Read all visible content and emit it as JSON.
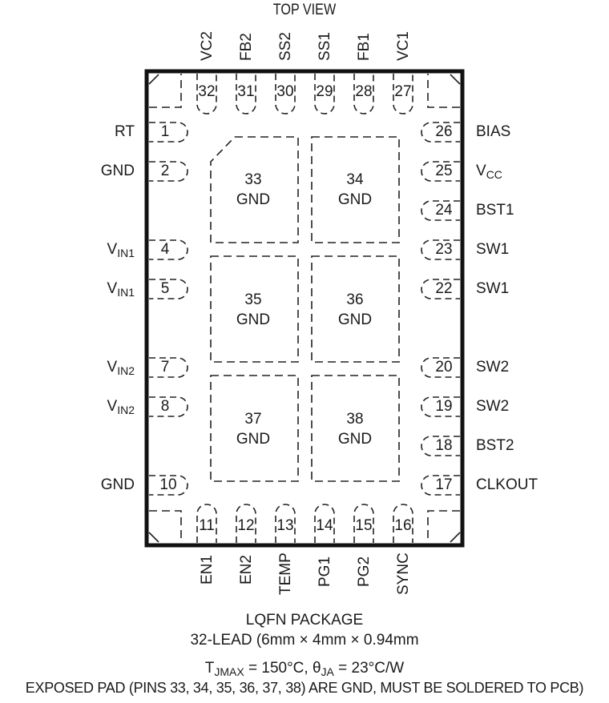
{
  "header": {
    "title": "TOP VIEW"
  },
  "pins": {
    "top": [
      {
        "num": "32",
        "name": "VC2"
      },
      {
        "num": "31",
        "name": "FB2"
      },
      {
        "num": "30",
        "name": "SS2"
      },
      {
        "num": "29",
        "name": "SS1"
      },
      {
        "num": "28",
        "name": "FB1"
      },
      {
        "num": "27",
        "name": "VC1"
      }
    ],
    "left": [
      {
        "num": "1",
        "name": "RT",
        "sub": ""
      },
      {
        "num": "2",
        "name": "GND",
        "sub": ""
      },
      {
        "num": "4",
        "name": "V",
        "sub": "IN1"
      },
      {
        "num": "5",
        "name": "V",
        "sub": "IN1"
      },
      {
        "num": "7",
        "name": "V",
        "sub": "IN2"
      },
      {
        "num": "8",
        "name": "V",
        "sub": "IN2"
      },
      {
        "num": "10",
        "name": "GND",
        "sub": ""
      }
    ],
    "right": [
      {
        "num": "26",
        "name": "BIAS",
        "sub": ""
      },
      {
        "num": "25",
        "name": "V",
        "sub": "CC"
      },
      {
        "num": "24",
        "name": "BST1",
        "sub": ""
      },
      {
        "num": "23",
        "name": "SW1",
        "sub": ""
      },
      {
        "num": "22",
        "name": "SW1",
        "sub": ""
      },
      {
        "num": "20",
        "name": "SW2",
        "sub": ""
      },
      {
        "num": "19",
        "name": "SW2",
        "sub": ""
      },
      {
        "num": "18",
        "name": "BST2",
        "sub": ""
      },
      {
        "num": "17",
        "name": "CLKOUT",
        "sub": ""
      }
    ],
    "bottom": [
      {
        "num": "11",
        "name": "EN1"
      },
      {
        "num": "12",
        "name": "EN2"
      },
      {
        "num": "13",
        "name": "TEMP"
      },
      {
        "num": "14",
        "name": "PG1"
      },
      {
        "num": "15",
        "name": "PG2"
      },
      {
        "num": "16",
        "name": "SYNC"
      }
    ]
  },
  "pads": [
    {
      "num": "33",
      "name": "GND"
    },
    {
      "num": "34",
      "name": "GND"
    },
    {
      "num": "35",
      "name": "GND"
    },
    {
      "num": "36",
      "name": "GND"
    },
    {
      "num": "37",
      "name": "GND"
    },
    {
      "num": "38",
      "name": "GND"
    }
  ],
  "footer": {
    "package": "LQFN PACKAGE",
    "lead": "32-LEAD (6mm × 4mm × 0.94mm",
    "tj_prefix": "T",
    "tj_sub": "JMAX",
    "tj_value": " = 150°C, θ",
    "theta_sub": "JA",
    "theta_value": " = 23°C/W",
    "exposed_pad": "EXPOSED PAD (PINS 33, 34, 35, 36, 37, 38) ARE GND, MUST BE SOLDERED TO PCB)"
  }
}
